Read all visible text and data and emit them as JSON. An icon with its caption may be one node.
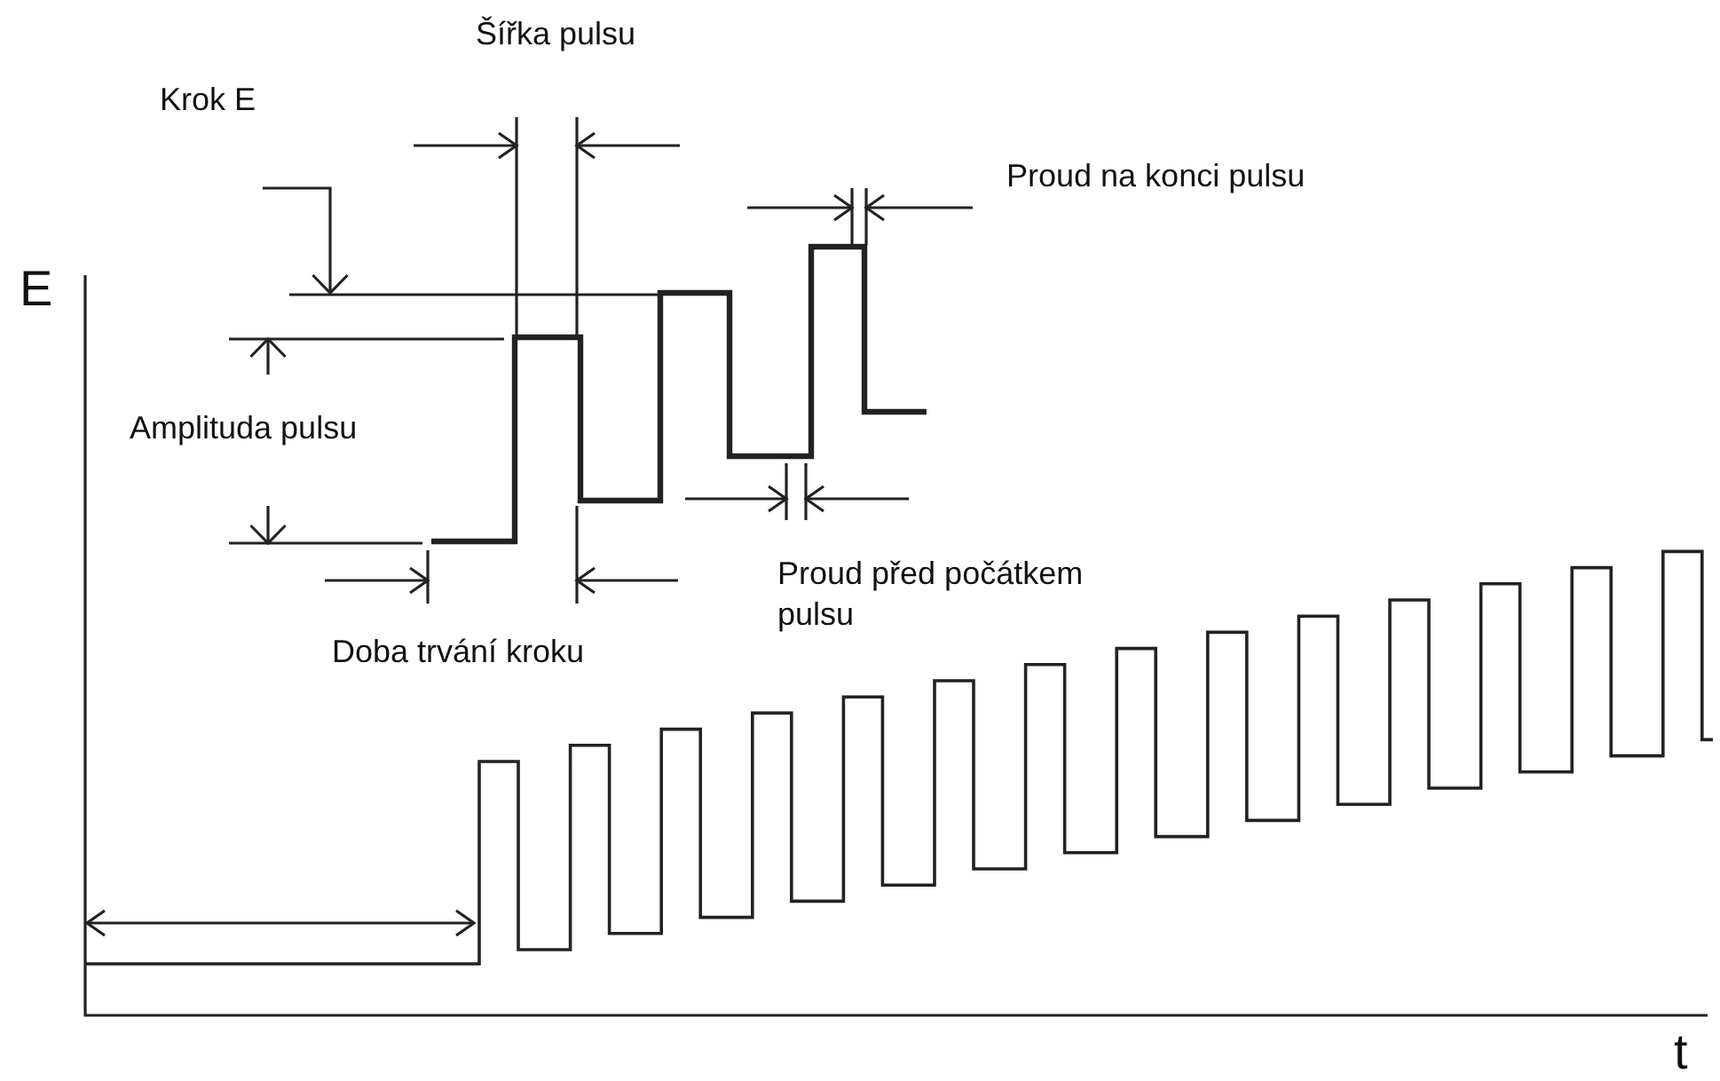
{
  "diagram": {
    "labels": [
      "Šířka pulsu",
      "Krok E",
      "Proud na konci pulsu",
      "E",
      "Amplituda pulsu",
      "Proud před počátkem pulsu",
      "Doba trvání kroku",
      "t"
    ]
  }
}
